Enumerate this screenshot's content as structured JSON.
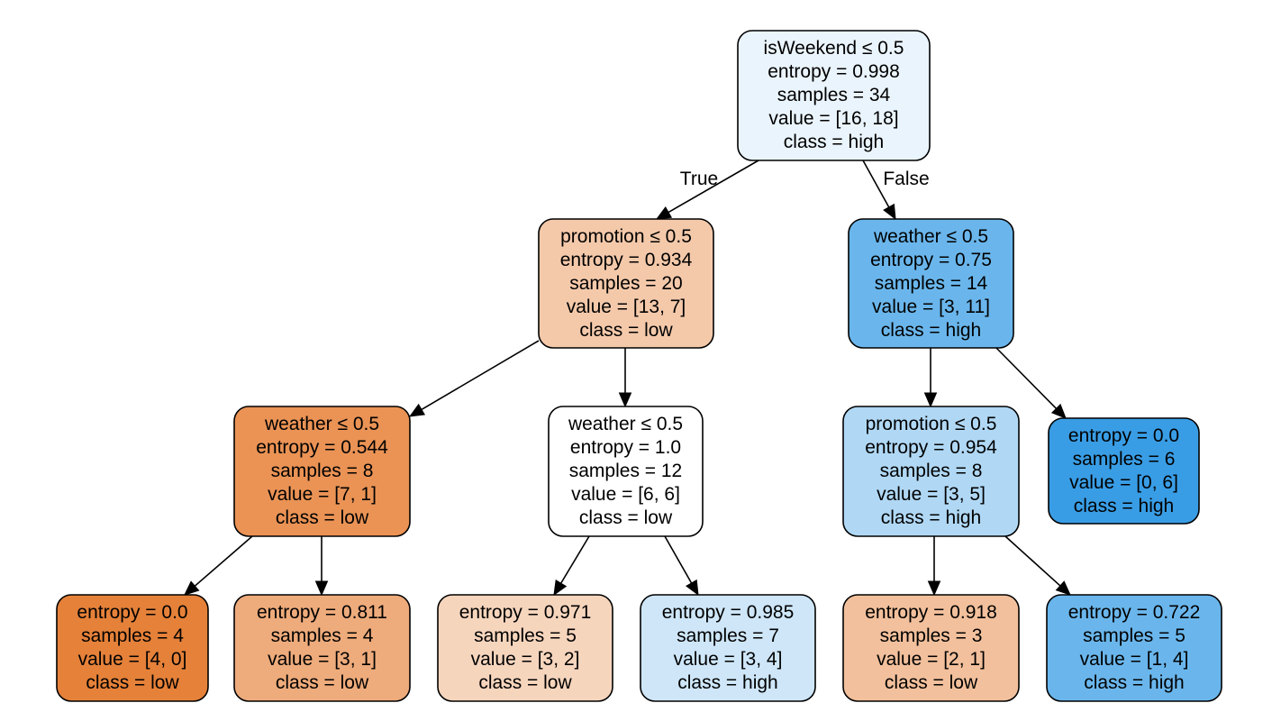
{
  "tree": {
    "nodes": [
      {
        "id": "n0",
        "fill": "#eaf4fc",
        "lines": [
          "isWeekend ≤ 0.5",
          "entropy = 0.998",
          "samples = 34",
          "value = [16, 18]",
          "class = high"
        ]
      },
      {
        "id": "n1",
        "fill": "#f4c9aa",
        "lines": [
          "promotion ≤ 0.5",
          "entropy = 0.934",
          "samples = 20",
          "value = [13, 7]",
          "class = low"
        ]
      },
      {
        "id": "n2",
        "fill": "#ea9355",
        "lines": [
          "weather ≤ 0.5",
          "entropy = 0.544",
          "samples = 8",
          "value = [7, 1]",
          "class = low"
        ]
      },
      {
        "id": "n3",
        "fill": "#e58139",
        "lines": [
          "entropy = 0.0",
          "samples = 4",
          "value = [4, 0]",
          "class = low"
        ]
      },
      {
        "id": "n4",
        "fill": "#eeab7b",
        "lines": [
          "entropy = 0.811",
          "samples = 4",
          "value = [3, 1]",
          "class = low"
        ]
      },
      {
        "id": "n5",
        "fill": "#ffffff",
        "lines": [
          "weather ≤ 0.5",
          "entropy = 1.0",
          "samples = 12",
          "value = [6, 6]",
          "class = low"
        ]
      },
      {
        "id": "n6",
        "fill": "#f6d5bd",
        "lines": [
          "entropy = 0.971",
          "samples = 5",
          "value = [3, 2]",
          "class = low"
        ]
      },
      {
        "id": "n7",
        "fill": "#cee6f8",
        "lines": [
          "entropy = 0.985",
          "samples = 7",
          "value = [3, 4]",
          "class = high"
        ]
      },
      {
        "id": "n8",
        "fill": "#6ab6ec",
        "lines": [
          "weather ≤ 0.5",
          "entropy = 0.75",
          "samples = 14",
          "value = [3, 11]",
          "class = high"
        ]
      },
      {
        "id": "n9",
        "fill": "#b0d8f5",
        "lines": [
          "promotion ≤ 0.5",
          "entropy = 0.954",
          "samples = 8",
          "value = [3, 5]",
          "class = high"
        ]
      },
      {
        "id": "n10",
        "fill": "#f2c09c",
        "lines": [
          "entropy = 0.918",
          "samples = 3",
          "value = [2, 1]",
          "class = low"
        ]
      },
      {
        "id": "n11",
        "fill": "#6ab6ec",
        "lines": [
          "entropy = 0.722",
          "samples = 5",
          "value = [1, 4]",
          "class = high"
        ]
      },
      {
        "id": "n12",
        "fill": "#399de5",
        "lines": [
          "entropy = 0.0",
          "samples = 6",
          "value = [0, 6]",
          "class = high"
        ]
      }
    ],
    "edges": [
      {
        "from": "n0",
        "to": "n1",
        "label": "True"
      },
      {
        "from": "n0",
        "to": "n8",
        "label": "False"
      },
      {
        "from": "n1",
        "to": "n2",
        "label": ""
      },
      {
        "from": "n1",
        "to": "n5",
        "label": ""
      },
      {
        "from": "n2",
        "to": "n3",
        "label": ""
      },
      {
        "from": "n2",
        "to": "n4",
        "label": ""
      },
      {
        "from": "n5",
        "to": "n6",
        "label": ""
      },
      {
        "from": "n5",
        "to": "n7",
        "label": ""
      },
      {
        "from": "n8",
        "to": "n9",
        "label": ""
      },
      {
        "from": "n8",
        "to": "n12",
        "label": ""
      },
      {
        "from": "n9",
        "to": "n10",
        "label": ""
      },
      {
        "from": "n9",
        "to": "n11",
        "label": ""
      }
    ]
  }
}
